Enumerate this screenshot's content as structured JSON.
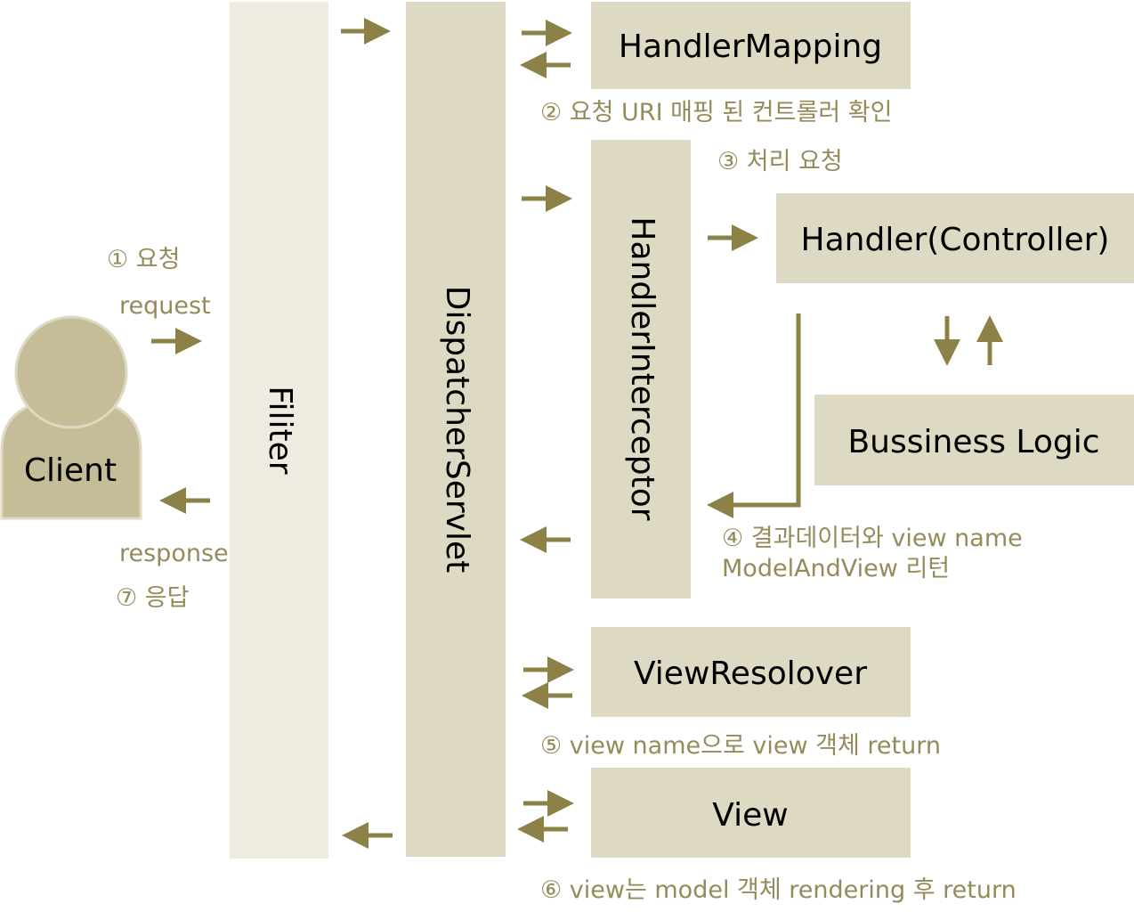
{
  "nodes": {
    "client": "Client",
    "filter": "Filiter",
    "dispatcher": "DispatcherServlet",
    "handler_mapping": "HandlerMapping",
    "handler_interceptor": "HandlerInterceptor",
    "handler": "Handler(Controller)",
    "business_logic": "Bussiness Logic",
    "view_resolver": "ViewResolover",
    "view": "View"
  },
  "notes": {
    "step1": "① 요청",
    "request": "request",
    "response": "response",
    "step7": "⑦ 응답",
    "step2": "② 요청 URI 매핑 된 컨트롤러 확인",
    "step3": "③ 처리 요청",
    "step4_line1": "④ 결과데이터와 view name",
    "step4_line2": "ModelAndView 리턴",
    "step5": "⑤ view name으로 view 객체 return",
    "step6": "⑥ view는 model 객체 rendering 후 return"
  },
  "colors": {
    "box_fill": "#ddd9c3",
    "filter_fill": "#eeece1",
    "client_fill": "#c4bd97",
    "client_border": "#ddd9c3",
    "arrow": "#8c8248",
    "note_text": "#958b5a"
  }
}
